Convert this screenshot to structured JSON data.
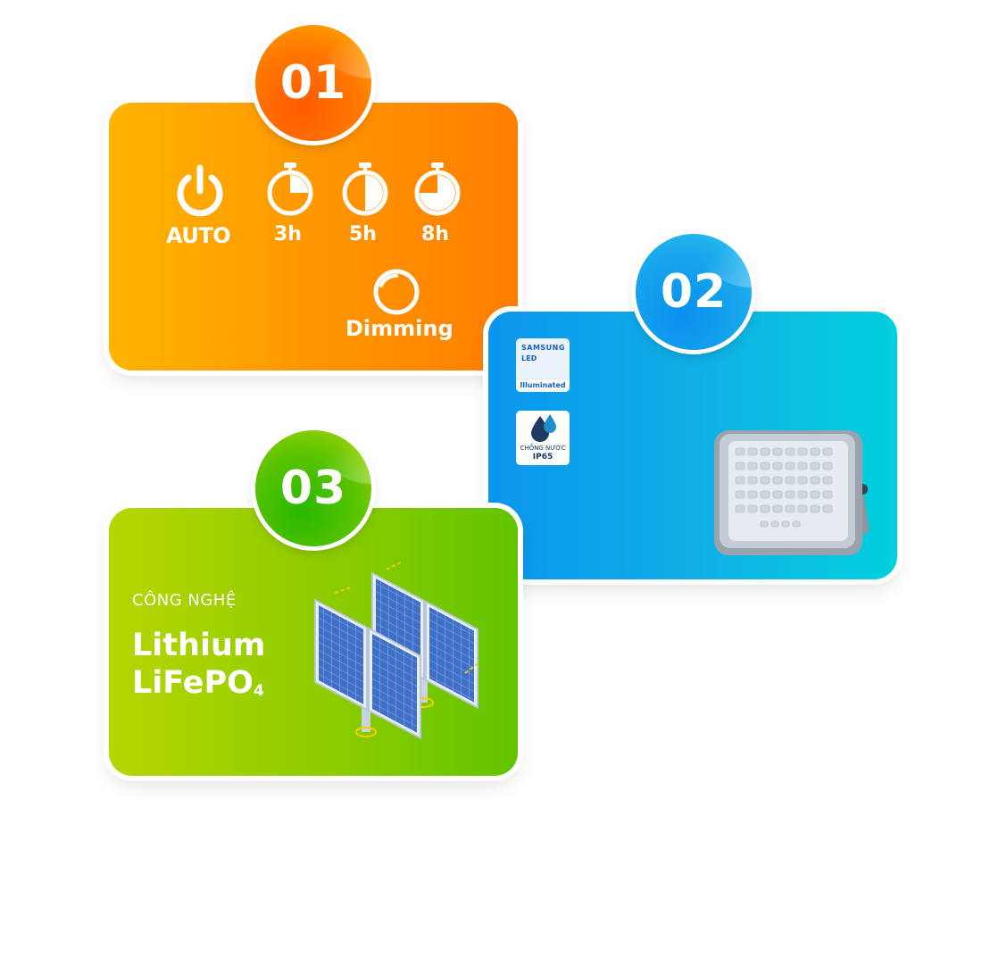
{
  "cards": [
    {
      "badge": "01",
      "modes": [
        {
          "label": "AUTO",
          "icon": "power-icon"
        },
        {
          "label": "3h",
          "icon": "stopwatch-quarter-icon"
        },
        {
          "label": "5h",
          "icon": "stopwatch-half-icon"
        },
        {
          "label": "8h",
          "icon": "stopwatch-three-quarter-icon"
        }
      ],
      "dimming": {
        "label": "Dimming",
        "icon": "dimming-ring-icon"
      },
      "colors": {
        "from": "#ffb400",
        "to": "#ff7e00"
      }
    },
    {
      "badge": "02",
      "samsung_logo": {
        "line1": "SAMSUNG",
        "line2": "LED",
        "line3": "Illuminated"
      },
      "waterproof_logo": {
        "line1": "CHỐNG NƯỚC",
        "line2": "IP65",
        "icon": "water-drops-icon"
      },
      "product_image": "led-floodlight",
      "colors": {
        "from": "#0a95ee",
        "to": "#00d0dc"
      }
    },
    {
      "badge": "03",
      "caption": "CÔNG NGHỆ",
      "tech_line1": "Lithium",
      "tech_line2": "LiFePO",
      "tech_subscript": "4",
      "illustration": "solar-panels",
      "colors": {
        "from": "#b6d600",
        "to": "#62c400"
      }
    }
  ]
}
